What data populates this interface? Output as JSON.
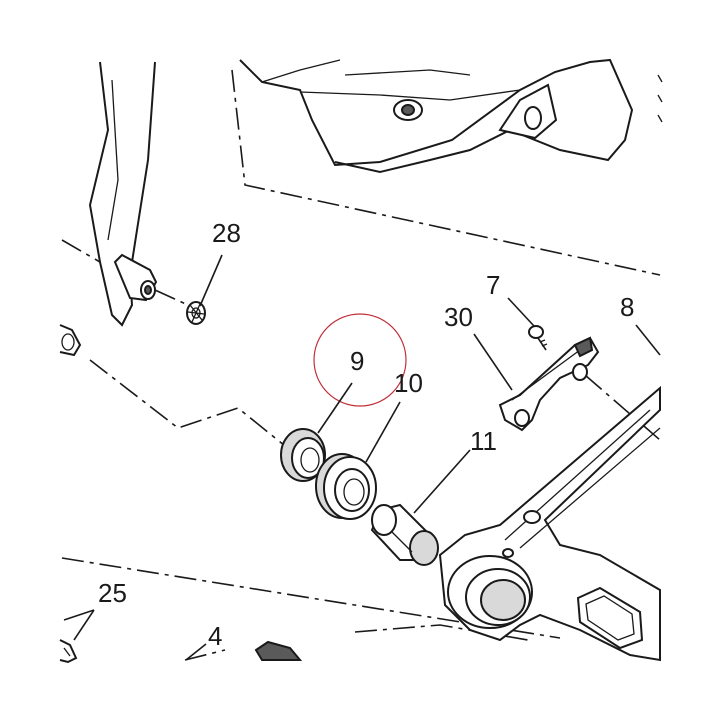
{
  "callouts": {
    "c28": "28",
    "c7": "7",
    "c30": "30",
    "c8": "8",
    "c9": "9",
    "c10": "10",
    "c11": "11",
    "c25": "25",
    "c4": "4"
  },
  "colors": {
    "line": "#1a1a1a",
    "highlight_circle": "#c0303a",
    "part_fill_grey": "#d9d9d9"
  }
}
